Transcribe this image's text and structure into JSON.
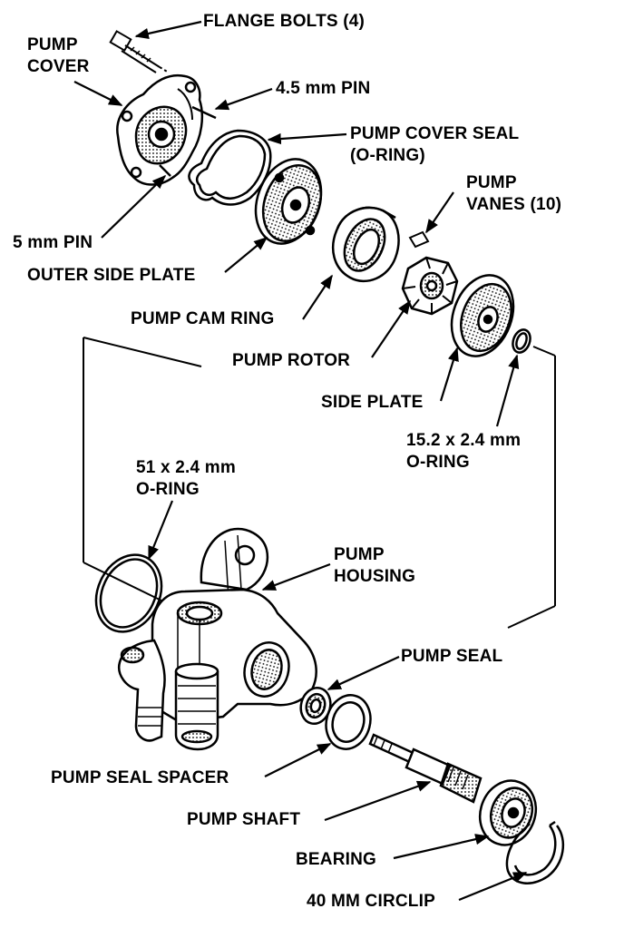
{
  "labels": {
    "flange_bolts": "FLANGE BOLTS (4)",
    "pump_cover_line1": "PUMP",
    "pump_cover_line2": "COVER",
    "pin_4_5": "4.5 mm PIN",
    "pump_cover_seal_line1": "PUMP COVER SEAL",
    "pump_cover_seal_line2": "(O-RING)",
    "pump_vanes_line1": "PUMP",
    "pump_vanes_line2": "VANES (10)",
    "pin_5": "5 mm PIN",
    "outer_side_plate": "OUTER SIDE PLATE",
    "pump_cam_ring": "PUMP CAM RING",
    "pump_rotor": "PUMP ROTOR",
    "side_plate": "SIDE PLATE",
    "oring_small_line1": "15.2 x 2.4 mm",
    "oring_small_line2": "O-RING",
    "oring_large_line1": "51 x 2.4 mm",
    "oring_large_line2": "O-RING",
    "pump_housing_line1": "PUMP",
    "pump_housing_line2": "HOUSING",
    "pump_seal": "PUMP SEAL",
    "pump_seal_spacer": "PUMP SEAL SPACER",
    "pump_shaft": "PUMP SHAFT",
    "bearing": "BEARING",
    "circlip": "40 MM CIRCLIP"
  },
  "colors": {
    "ink": "#000000",
    "paper": "#ffffff",
    "shade": "#5a5a5a"
  }
}
